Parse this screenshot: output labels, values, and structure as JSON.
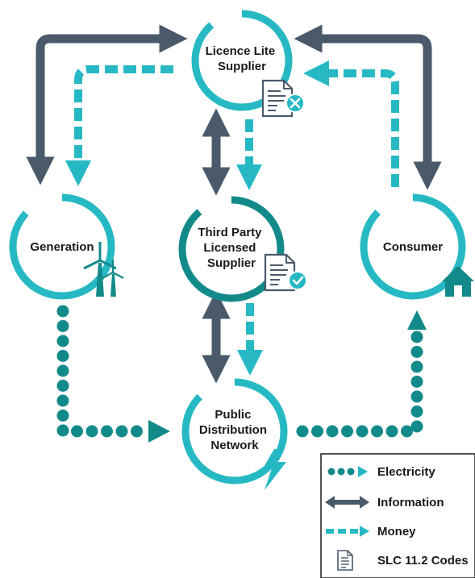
{
  "colors": {
    "teal": "#26b9c4",
    "dark_teal": "#138a8a",
    "slate": "#4a5a6a",
    "text": "#1a1a1a"
  },
  "nodes": {
    "licence_lite": {
      "lines": [
        "Licence Lite",
        "Supplier"
      ],
      "icon": "document-cross-icon"
    },
    "generation": {
      "lines": [
        "Generation"
      ],
      "icon": "wind-turbine-icon"
    },
    "third_party": {
      "lines": [
        "Third Party",
        "Licensed",
        "Supplier"
      ],
      "icon": "document-check-icon"
    },
    "consumer": {
      "lines": [
        "Consumer"
      ],
      "icon": "house-icon"
    },
    "public_network": {
      "lines": [
        "Public",
        "Distribution",
        "Network"
      ],
      "icon": "lightning-icon"
    }
  },
  "legend": {
    "electricity": "Electricity",
    "information": "Information",
    "money": "Money",
    "codes": "SLC 11.2 Codes"
  }
}
